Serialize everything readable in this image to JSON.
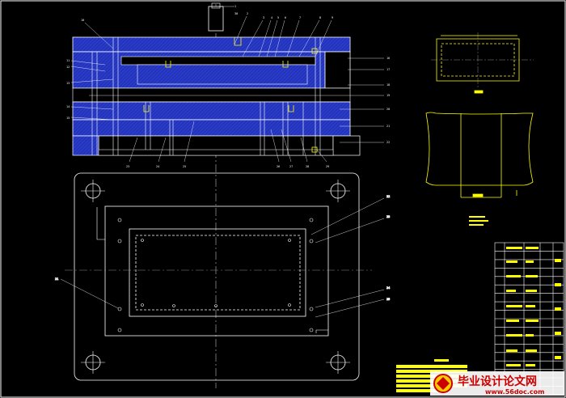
{
  "drawing": {
    "type": "CAD mold assembly drawing",
    "background": "#000000",
    "colors": {
      "outline": "#ffffff",
      "plate_fill": "#2a3cc8",
      "hatch": "#1420a0",
      "detail": "#ffff00",
      "centerline": "#c8c8c8",
      "leader": "#ffffff",
      "accent": "#ff4040"
    }
  },
  "watermark": {
    "title": "毕业设计论文网",
    "url": "www.56doc.com"
  },
  "part_labels": [
    "1",
    "2",
    "3",
    "4",
    "5",
    "6",
    "7",
    "8",
    "9",
    "10",
    "11",
    "12",
    "13",
    "14",
    "15",
    "16",
    "17",
    "18",
    "19",
    "20",
    "21",
    "22",
    "23",
    "24",
    "25",
    "26",
    "27",
    "28",
    "29",
    "30"
  ],
  "title_block": {
    "rows": 10
  }
}
